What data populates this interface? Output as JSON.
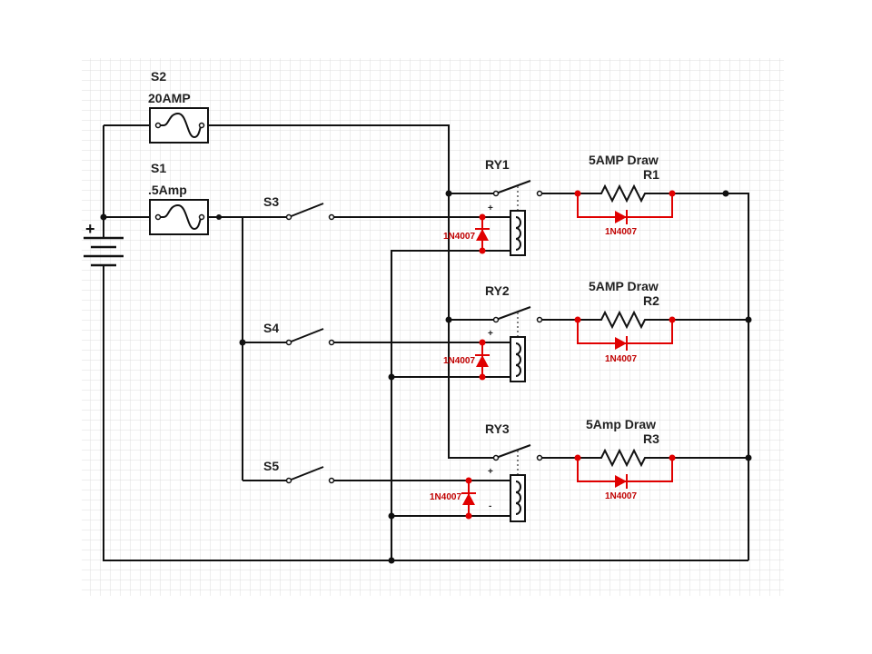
{
  "diagram": {
    "labels": {
      "S2": "S2",
      "S2_rating": "20AMP",
      "S1": "S1",
      "S1_rating": ".5Amp",
      "S3": "S3",
      "S4": "S4",
      "S5": "S5",
      "RY1": "RY1",
      "RY2": "RY2",
      "RY3": "RY3",
      "R1": "R1",
      "R2": "R2",
      "R3": "R3",
      "R1_draw": "5AMP Draw",
      "R2_draw": "5AMP Draw",
      "R3_draw": "5Amp Draw",
      "D_relay1": "1N4007",
      "D_relay2": "1N4007",
      "D_relay3": "1N4007",
      "D_load1": "1N4007",
      "D_load2": "1N4007",
      "D_load3": "1N4007",
      "battery_plus": "+",
      "coil_plus": "+",
      "coil_minus": "-"
    },
    "colors": {
      "wire": "#111111",
      "diode": "#e00000",
      "grid": "#dcdcdc",
      "background": "#ffffff"
    }
  }
}
